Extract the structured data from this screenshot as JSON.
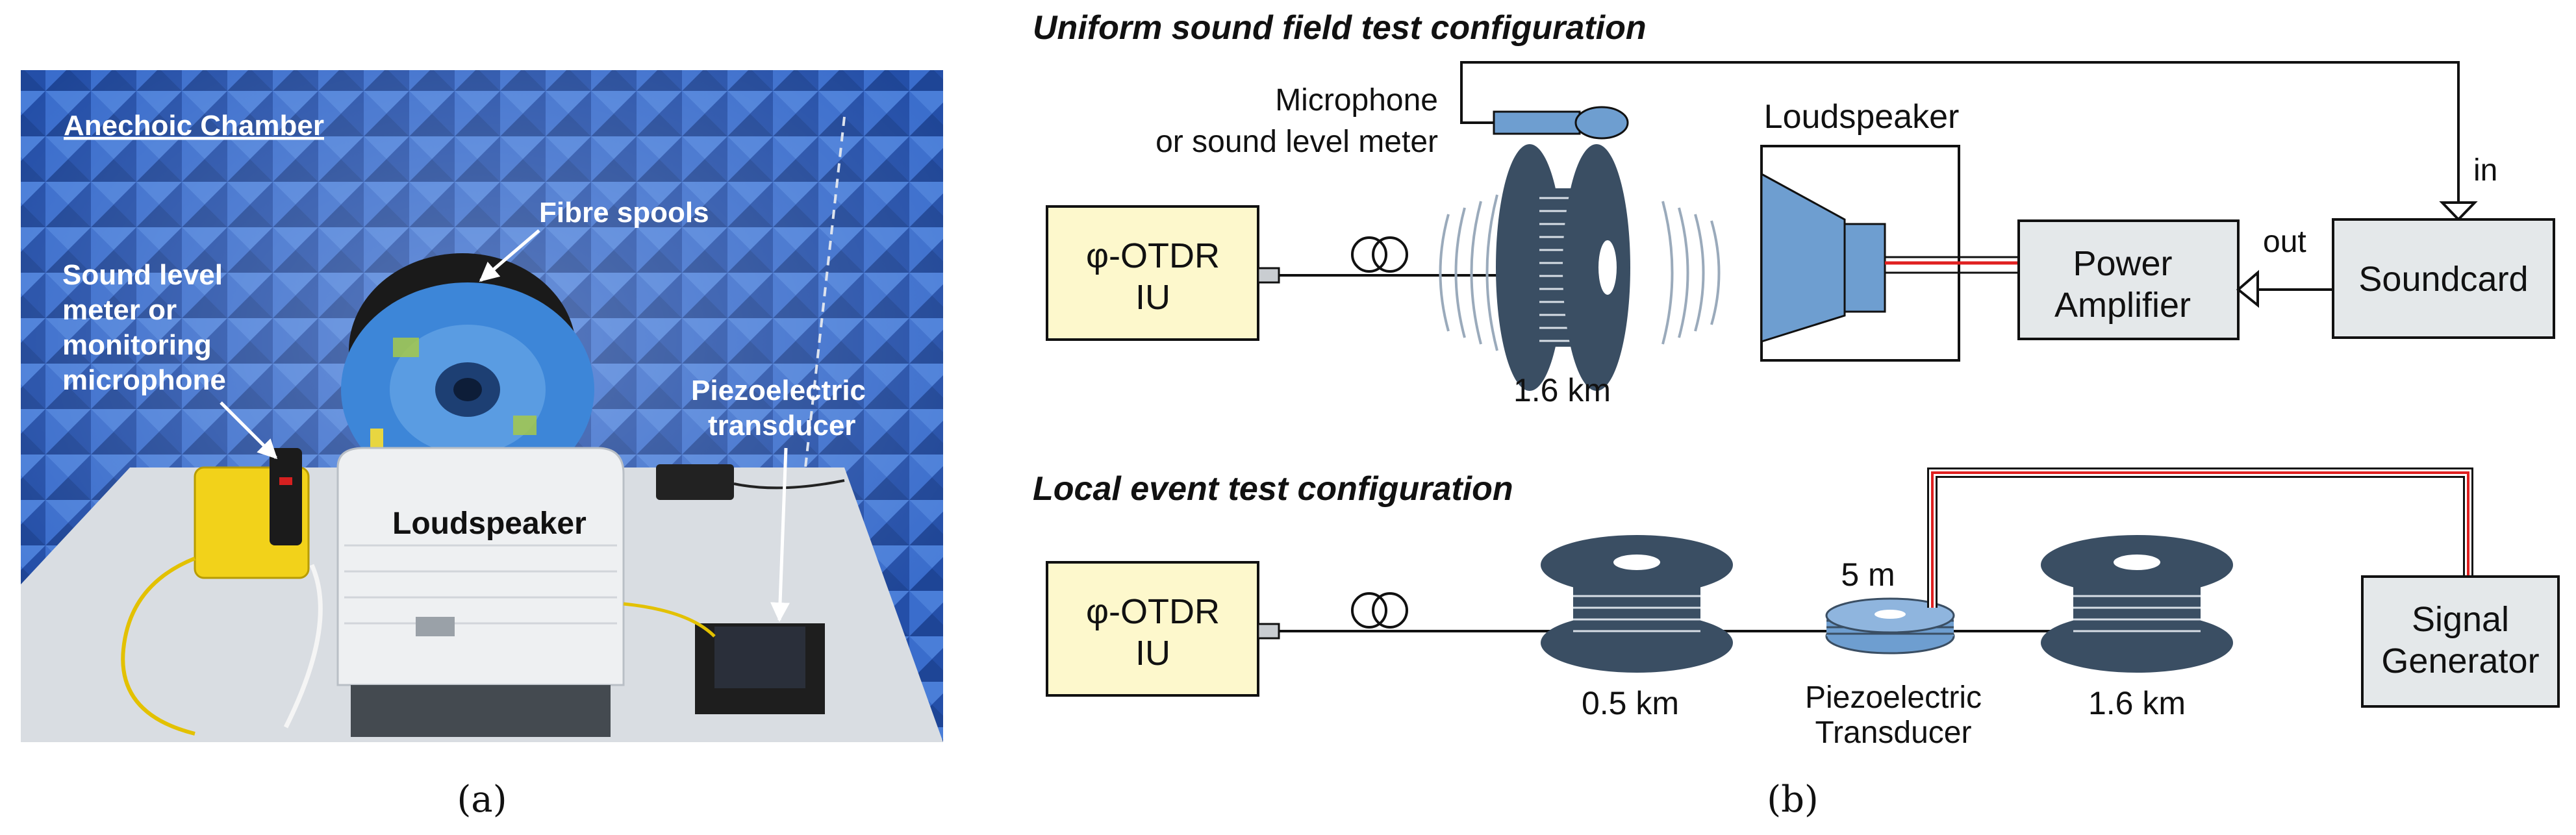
{
  "panel_a": {
    "chamber_label": "Anechoic Chamber",
    "fibre_spools": "Fibre spools",
    "slm_line1": "Sound level",
    "slm_line2": "meter or",
    "slm_line3": "monitoring",
    "slm_line4": "microphone",
    "piezo_line1": "Piezoelectric",
    "piezo_line2": "transducer",
    "loudspeaker": "Loudspeaker",
    "caption": "(a)"
  },
  "panel_b": {
    "caption": "(b)",
    "uniform": {
      "title": "Uniform sound field test configuration",
      "otdr_line1": "φ-OTDR",
      "otdr_line2": "IU",
      "mic_line1": "Microphone",
      "mic_line2": "or sound level meter",
      "spool_len": "1.6 km",
      "loudspeaker": "Loudspeaker",
      "amp_line1": "Power",
      "amp_line2": "Amplifier",
      "soundcard": "Soundcard",
      "port_in": "in",
      "port_out": "out"
    },
    "local": {
      "title": "Local event test configuration",
      "otdr_line1": "φ-OTDR",
      "otdr_line2": "IU",
      "spool1_len": "0.5 km",
      "piezo_len": "5 m",
      "piezo_line1": "Piezoelectric",
      "piezo_line2": "Transducer",
      "spool2_len": "1.6 km",
      "gen_line1": "Signal",
      "gen_line2": "Generator"
    }
  },
  "colors": {
    "otdr_fill": "#fdf8cc",
    "box_fill": "#e4e8ea",
    "spool": "#3a4e63",
    "speaker": "#6e9ed0",
    "signal_red": "#e02020",
    "chamber_blue": "#2f5fc0"
  }
}
